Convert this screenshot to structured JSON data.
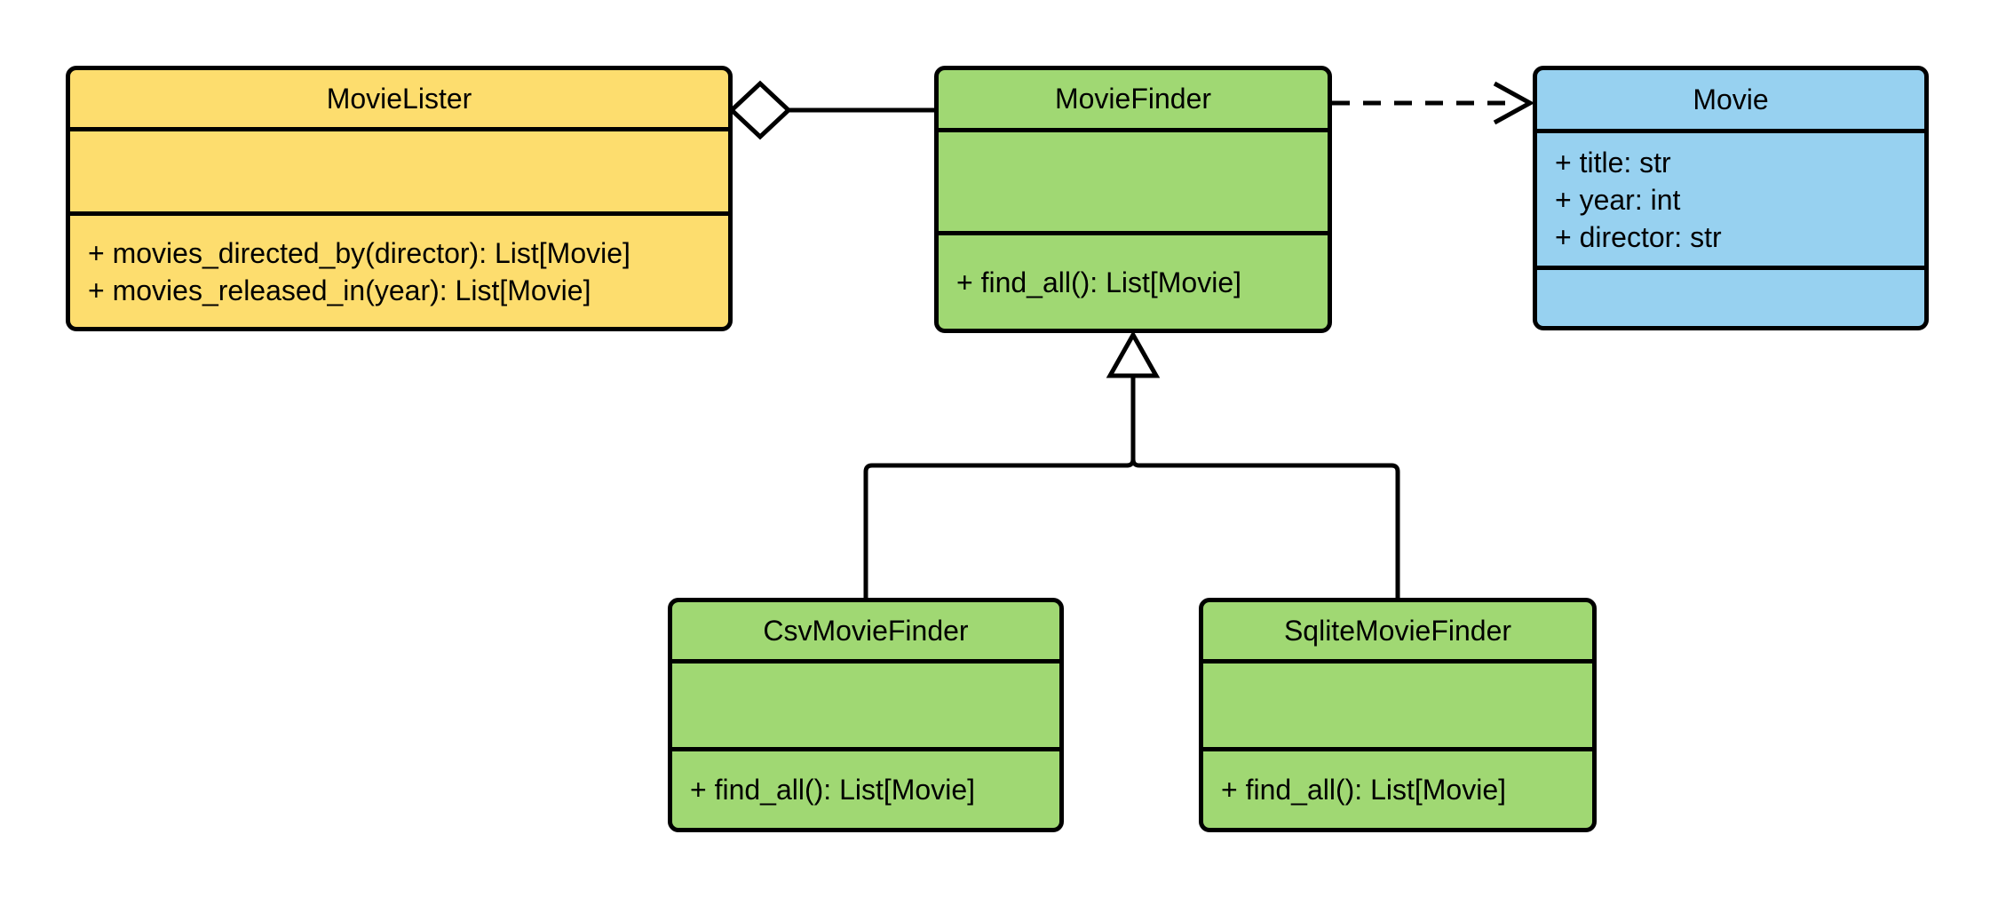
{
  "diagram": {
    "type": "uml-class-diagram",
    "background": "#FFFFFF",
    "stroke_color": "#000000"
  },
  "colors": {
    "yellow": "#FDDD6E",
    "green": "#A0D873",
    "blue": "#97D1F0",
    "stroke": "#000000",
    "marker_fill": "#FFFFFF"
  },
  "classes": [
    {
      "name": "MovieLister",
      "fill": "#FDDD6E",
      "attributes": [],
      "methods": [
        "+ movies_directed_by(director): List[Movie]",
        "+ movies_released_in(year): List[Movie]"
      ]
    },
    {
      "name": "MovieFinder",
      "fill": "#A0D873",
      "attributes": [],
      "methods": [
        "+ find_all(): List[Movie]"
      ]
    },
    {
      "name": "Movie",
      "fill": "#97D1F0",
      "attributes": [
        "+ title: str",
        "+ year: int",
        "+ director: str"
      ],
      "methods": []
    },
    {
      "name": "CsvMovieFinder",
      "fill": "#A0D873",
      "attributes": [],
      "methods": [
        "+ find_all(): List[Movie]"
      ]
    },
    {
      "name": "SqliteMovieFinder",
      "fill": "#A0D873",
      "attributes": [],
      "methods": [
        "+ find_all(): List[Movie]"
      ]
    }
  ],
  "relationships": [
    {
      "type": "aggregation",
      "source": "MovieLister",
      "target": "MovieFinder",
      "marker": "hollow-diamond",
      "line": "solid"
    },
    {
      "type": "dependency",
      "source": "MovieFinder",
      "target": "Movie",
      "marker": "open-arrow",
      "line": "dashed"
    },
    {
      "type": "inheritance",
      "source": "CsvMovieFinder",
      "target": "MovieFinder",
      "marker": "hollow-triangle",
      "line": "solid"
    },
    {
      "type": "inheritance",
      "source": "SqliteMovieFinder",
      "target": "MovieFinder",
      "marker": "hollow-triangle",
      "line": "solid"
    }
  ]
}
